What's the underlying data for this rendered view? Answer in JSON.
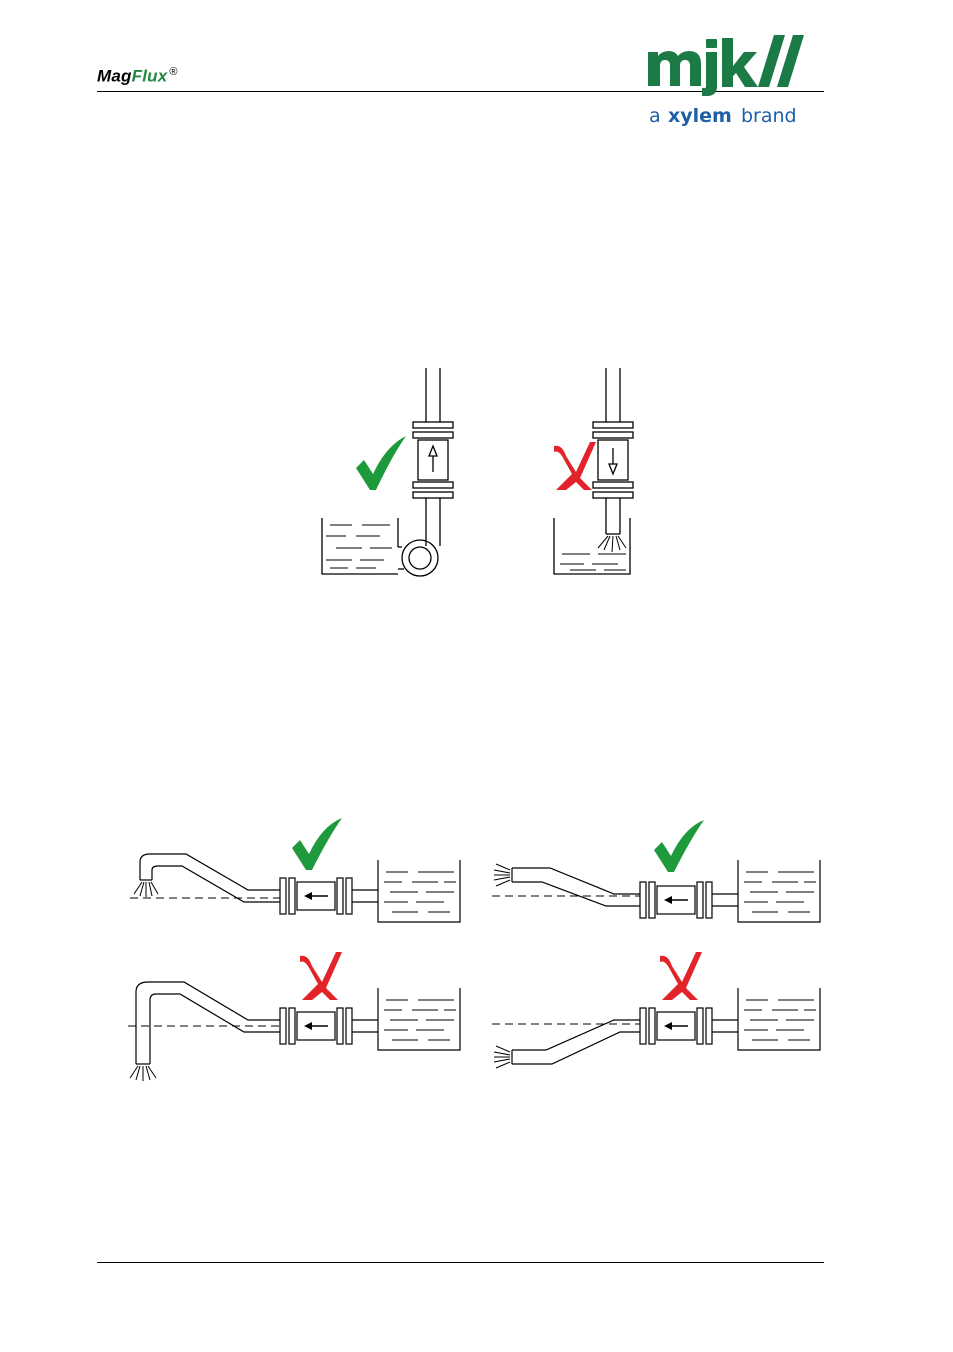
{
  "header": {
    "product_prefix": "Mag",
    "product_suffix": "Flux",
    "registered_mark": "®"
  },
  "logo": {
    "wordmark": "mjk//",
    "tagline_a": "a",
    "tagline_xylem": "xylem",
    "tagline_brand": "brand",
    "brand_green": "#1b7a46",
    "tagline_blue": "#1f5fa8"
  },
  "colors": {
    "ok_check": "#1e9a3c",
    "not_ok_cross": "#e2232a",
    "line": "#000000"
  },
  "figures": {
    "vertical": [
      {
        "status": "correct",
        "mark_icon": "check-icon",
        "flow_direction": "up"
      },
      {
        "status": "incorrect",
        "mark_icon": "cross-icon",
        "flow_direction": "down"
      }
    ],
    "horizontal": [
      {
        "status": "correct",
        "mark_icon": "check-icon",
        "outlet": "bent-down"
      },
      {
        "status": "correct",
        "mark_icon": "check-icon",
        "outlet": "straight-raised"
      },
      {
        "status": "incorrect",
        "mark_icon": "cross-icon",
        "outlet": "long-drop"
      },
      {
        "status": "incorrect",
        "mark_icon": "cross-icon",
        "outlet": "straight-low"
      }
    ]
  }
}
